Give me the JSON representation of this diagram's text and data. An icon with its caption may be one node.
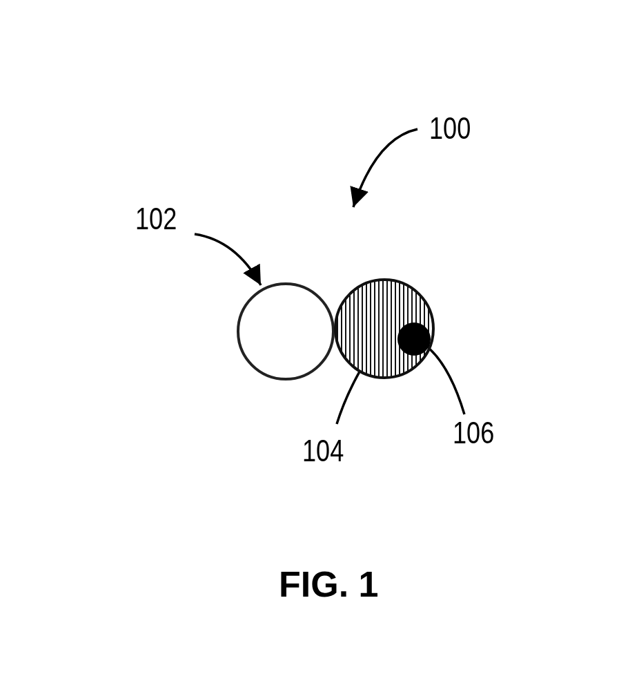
{
  "diagram": {
    "caption": "FIG. 1",
    "nodes": [
      {
        "text": [
          "100"
        ]
      },
      {
        "text": [
          "102"
        ]
      },
      {
        "text": [],
        "shape": "circle"
      },
      {
        "text": [
          "104"
        ]
      },
      {
        "text": [],
        "shape": "circle"
      },
      {
        "text": [
          "106"
        ]
      },
      {
        "text": [],
        "shape": "circle",
        "in": 4
      }
    ],
    "edges": [
      {
        "from": 0,
        "to": null,
        "arrow": "to"
      },
      {
        "from": 1,
        "to": 2,
        "arrow": "to"
      },
      {
        "from": 3,
        "to": 4,
        "arrow": "none"
      },
      {
        "from": 5,
        "to": 6,
        "arrow": "none"
      }
    ]
  }
}
